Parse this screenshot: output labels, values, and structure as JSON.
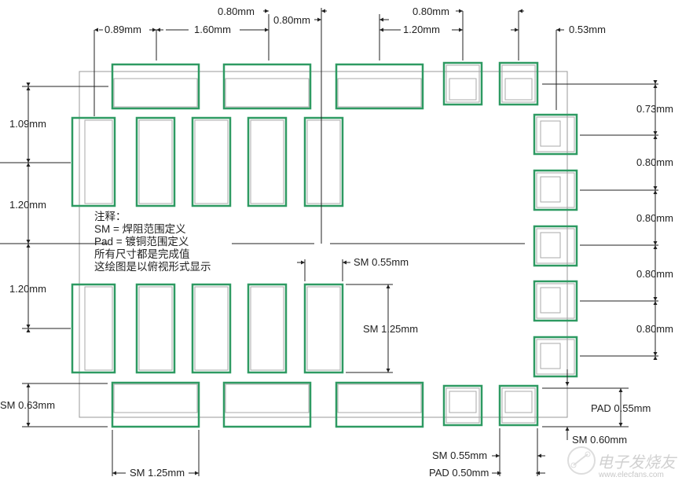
{
  "colors": {
    "pad_outline": "#2e9a62",
    "inner": "#aaaaaa",
    "dimension": "#222222"
  },
  "dimensions": {
    "top_0_89": "0.89mm",
    "top_1_60": "1.60mm",
    "top_0_80_a": "0.80mm",
    "top_0_80_b": "0.80mm",
    "top_0_80_c": "0.80mm",
    "top_1_20": "1.20mm",
    "top_0_53": "0.53mm",
    "right_0_73": "0.73mm",
    "right_0_80_a": "0.80mm",
    "right_0_80_b": "0.80mm",
    "right_0_80_c": "0.80mm",
    "right_0_80_d": "0.80mm",
    "left_1_09": "1.09mm",
    "left_1_20_a": "1.20mm",
    "left_1_20_b": "1.20mm",
    "left_sm_0_63": "SM 0.63mm",
    "sm_0_55_top": "SM 0.55mm",
    "sm_1_25_vert": "SM 1.25mm",
    "sm_1_25_bottom": "SM 1.25mm",
    "pad_0_55": "PAD 0.55mm",
    "sm_0_60": "SM 0.60mm",
    "sm_0_55_bottom": "SM 0.55mm",
    "pad_0_50": "PAD 0.50mm"
  },
  "notes": {
    "title": "注释：",
    "line1": "SM = 焊阻范围定义",
    "line2": "Pad = 镀铜范围定义",
    "line3": "所有尺寸都是完成值",
    "line4": "这绘图是以俯视形式显示"
  },
  "watermark": {
    "name": "电子发烧友",
    "url": "www.elecfans.com"
  }
}
